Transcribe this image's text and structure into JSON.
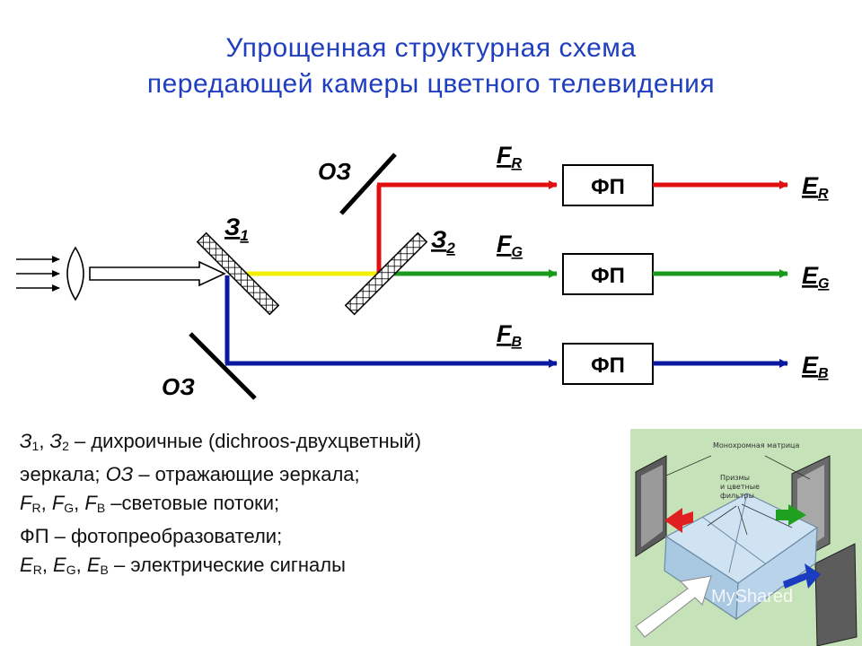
{
  "title": {
    "line1": "Упрощенная структурная схема",
    "line2": "передающей камеры цветного телевидения"
  },
  "diagram": {
    "mirror_oz_top": "ОЗ",
    "mirror_oz_bottom": "ОЗ",
    "dichroic_1": {
      "base": "З",
      "sub": "1"
    },
    "dichroic_2": {
      "base": "З",
      "sub": "2"
    },
    "flux_r": {
      "base": "F",
      "sub": "R"
    },
    "flux_g": {
      "base": "F",
      "sub": "G"
    },
    "flux_b": {
      "base": "F",
      "sub": "B"
    },
    "converter_label": "ФП",
    "signal_r": {
      "base": "E",
      "sub": "R"
    },
    "signal_g": {
      "base": "E",
      "sub": "G"
    },
    "signal_b": {
      "base": "E",
      "sub": "B"
    },
    "colors": {
      "red": "#e01010",
      "green": "#1a9a1a",
      "blue": "#0a1aa0",
      "yellow": "#f0f000"
    }
  },
  "legend": {
    "line1": {
      "z1": "З",
      "z1_sub": "1",
      "z2": "З",
      "z2_sub": "2",
      "text": " – дихроичные (dichroos-двухцветный)"
    },
    "line2": {
      "text1": "эеркала;  ",
      "oz": "ОЗ",
      "text2": " – отражающие эеркала;"
    },
    "line3": {
      "f": "F",
      "r": "R",
      "g": "G",
      "b": "B",
      "text": " –световые потоки;"
    },
    "line4": "ФП – фотопреобразователи;",
    "line5": {
      "e": "E",
      "r": "R",
      "g": "G",
      "b": "B",
      "text": " – электрические сигналы"
    }
  },
  "photo": {
    "caption_matrix": "Монохромная матрица",
    "caption_prisms_1": "Призмы",
    "caption_prisms_2": "и цветные",
    "caption_prisms_3": "фильтры",
    "watermark": "MyShared"
  }
}
